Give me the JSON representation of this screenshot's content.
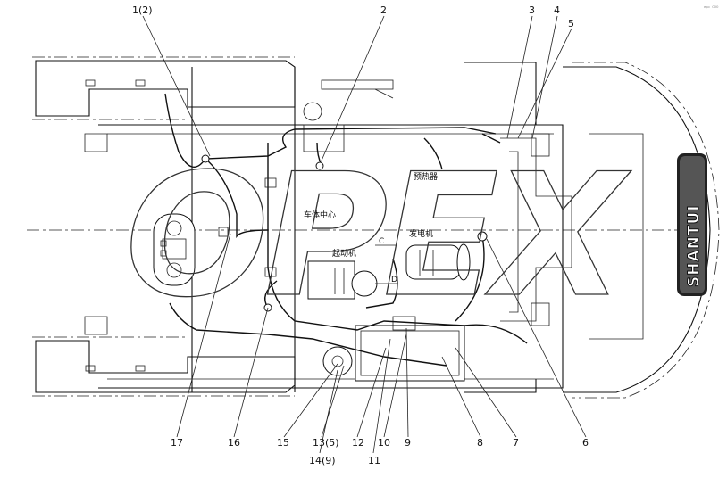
{
  "corner_mark": "ᵉᵖᶜ ⁰⁰⁰",
  "watermark": "OPEX",
  "brand_text": "SHANTUI",
  "callouts": [
    "1(2)",
    "2",
    "3",
    "4",
    "5",
    "6",
    "7",
    "8",
    "9",
    "10",
    "11",
    "12",
    "13(5)",
    "14(9)",
    "15",
    "16",
    "17"
  ],
  "component_labels": {
    "preheater": "预热器",
    "body_center": "车体中心",
    "starter": "起动机",
    "generator": "发电机",
    "c": "C",
    "d": "D"
  }
}
